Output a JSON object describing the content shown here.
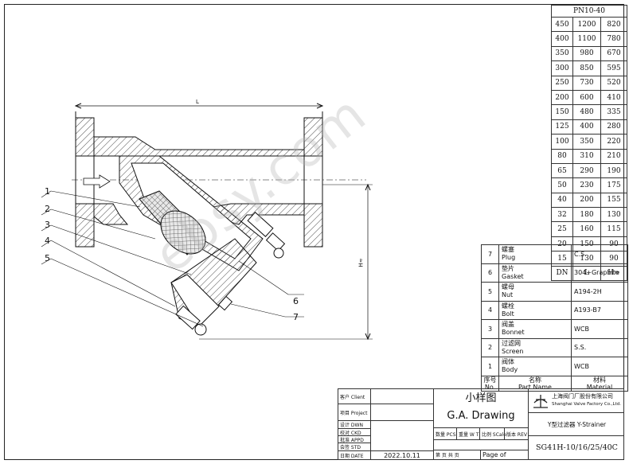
{
  "dimension_table": {
    "header": "PN10-40",
    "rows": [
      [
        "450",
        "1200",
        "820"
      ],
      [
        "400",
        "1100",
        "780"
      ],
      [
        "350",
        "980",
        "670"
      ],
      [
        "300",
        "850",
        "595"
      ],
      [
        "250",
        "730",
        "520"
      ],
      [
        "200",
        "600",
        "410"
      ],
      [
        "150",
        "480",
        "335"
      ],
      [
        "125",
        "400",
        "280"
      ],
      [
        "100",
        "350",
        "220"
      ],
      [
        "80",
        "310",
        "210"
      ],
      [
        "65",
        "290",
        "190"
      ],
      [
        "50",
        "230",
        "175"
      ],
      [
        "40",
        "200",
        "155"
      ],
      [
        "32",
        "180",
        "130"
      ],
      [
        "25",
        "160",
        "115"
      ],
      [
        "20",
        "150",
        "90"
      ],
      [
        "15",
        "130",
        "90"
      ]
    ],
    "footer": [
      "DN",
      "L",
      "H≈"
    ]
  },
  "parts_table": {
    "rows": [
      {
        "no": "7",
        "name_cn": "螺塞",
        "name_en": "Plug",
        "material": "C.S."
      },
      {
        "no": "6",
        "name_cn": "垫片",
        "name_en": "Gasket",
        "material": "304+Graphite"
      },
      {
        "no": "5",
        "name_cn": "螺母",
        "name_en": "Nut",
        "material": "A194-2H"
      },
      {
        "no": "4",
        "name_cn": "螺栓",
        "name_en": "Bolt",
        "material": "A193-B7"
      },
      {
        "no": "3",
        "name_cn": "阀盖",
        "name_en": "Bonnet",
        "material": "WCB"
      },
      {
        "no": "2",
        "name_cn": "过滤网",
        "name_en": "Screen",
        "material": "S.S."
      },
      {
        "no": "1",
        "name_cn": "阀体",
        "name_en": "Body",
        "material": "WCB"
      }
    ],
    "header": {
      "no_cn": "序号",
      "no_en": "No.",
      "name_cn": "名称",
      "name_en": "Part Name",
      "mat_cn": "材料",
      "mat_en": "Material"
    }
  },
  "drawing": {
    "dim_L": "L",
    "dim_H": "H≈",
    "callouts_left": [
      "1",
      "2",
      "3",
      "4",
      "5"
    ],
    "callouts_right": [
      "6",
      "7"
    ],
    "watermark": "ebsy.com"
  },
  "title_block": {
    "client": "客户 Client",
    "project": "项目 Project",
    "dwn": "设计 DWN",
    "ckd": "校对 CKD",
    "appd": "批准 APPD",
    "std": "会签 STD",
    "date_label": "日期 DATE",
    "date_value": "2022.10.11",
    "title_cn": "小样图",
    "title_en": "G.A.  Drawing",
    "pcs": "数量 PCS",
    "wt": "重量 W T",
    "scale": "比例 SCale",
    "rev": "版本 REV",
    "page_cn": "第    页  共    页",
    "page_en": "Page     of",
    "company_cn": "上海阀门厂股份有限公司",
    "company_en": "Shanghai Valve Factory Co.,Ltd.",
    "product": "Y型过滤器 Y-Strainer",
    "model": "SG41H-10/16/25/40C"
  }
}
